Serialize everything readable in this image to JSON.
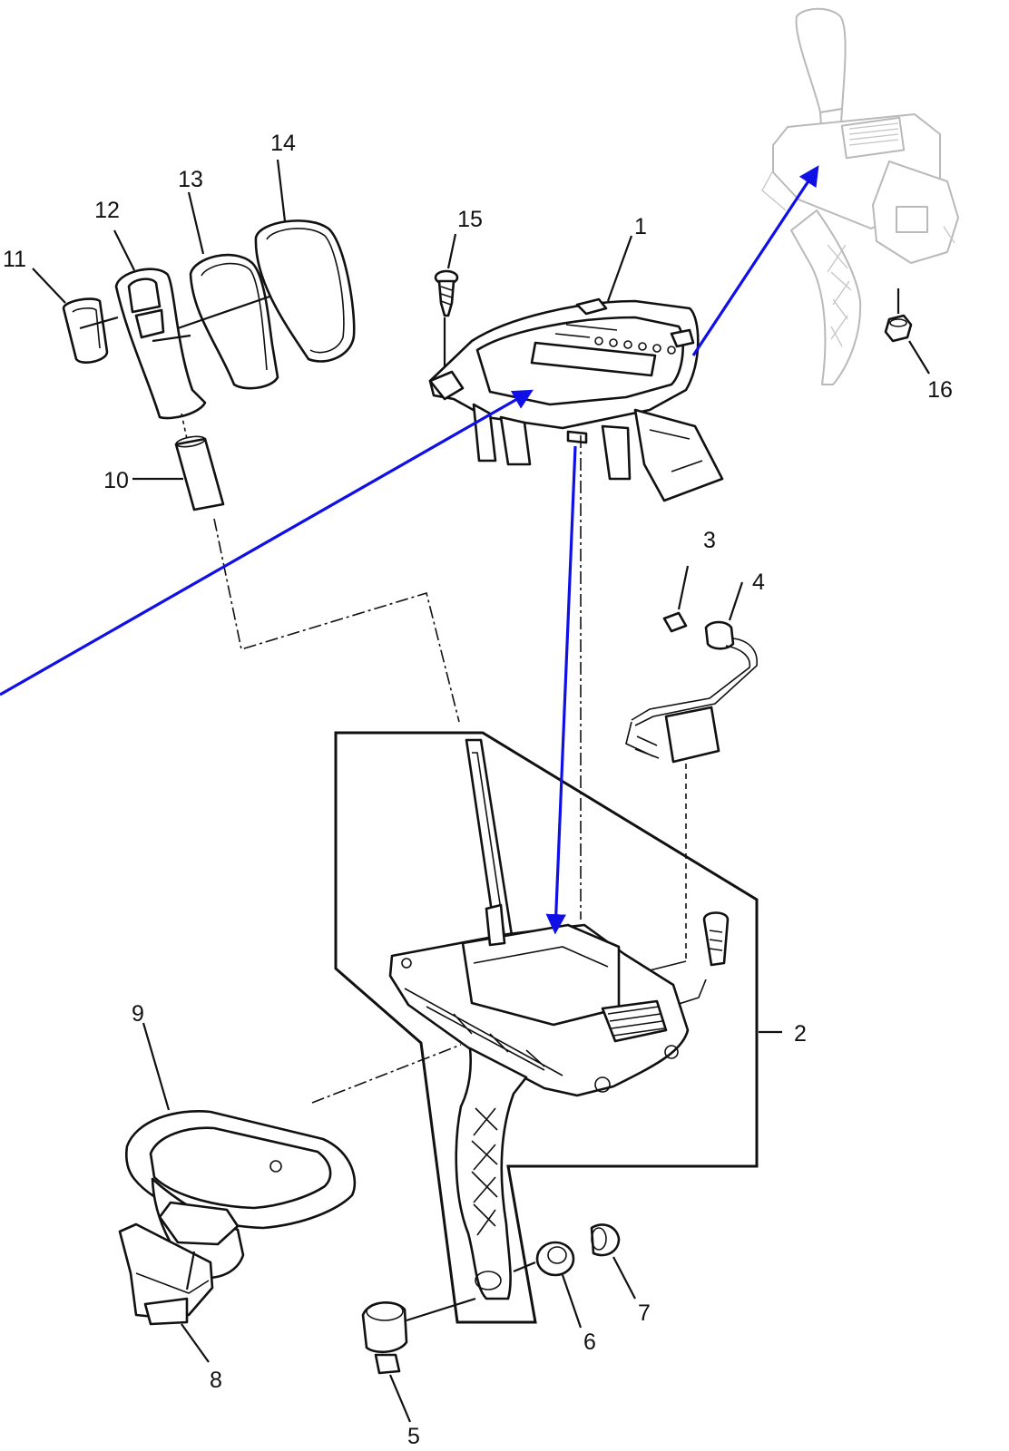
{
  "diagram": {
    "callouts": [
      {
        "id": "1",
        "text": "1"
      },
      {
        "id": "2",
        "text": "2"
      },
      {
        "id": "3",
        "text": "3"
      },
      {
        "id": "4",
        "text": "4"
      },
      {
        "id": "5",
        "text": "5"
      },
      {
        "id": "6",
        "text": "6"
      },
      {
        "id": "7",
        "text": "7"
      },
      {
        "id": "8",
        "text": "8"
      },
      {
        "id": "9",
        "text": "9"
      },
      {
        "id": "10",
        "text": "10"
      },
      {
        "id": "11",
        "text": "11"
      },
      {
        "id": "12",
        "text": "12"
      },
      {
        "id": "13",
        "text": "13"
      },
      {
        "id": "14",
        "text": "14"
      },
      {
        "id": "15",
        "text": "15"
      },
      {
        "id": "16",
        "text": "16"
      }
    ],
    "colors": {
      "line": "#111111",
      "ghost": "#b9b9b9",
      "arrow": "#1010e6",
      "background": "#ffffff"
    }
  }
}
